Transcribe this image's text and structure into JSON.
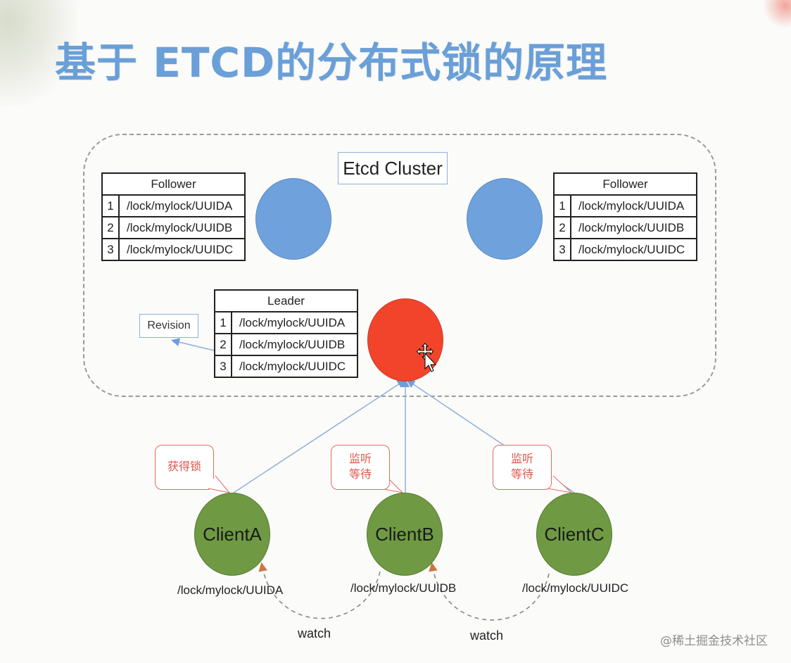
{
  "title": "基于 ETCD的分布式锁的原理",
  "cluster": {
    "label": "Etcd Cluster",
    "followers": [
      {
        "header": "Follower",
        "rows": [
          {
            "index": "1",
            "key": "/lock/mylock/UUIDA"
          },
          {
            "index": "2",
            "key": "/lock/mylock/UUIDB"
          },
          {
            "index": "3",
            "key": "/lock/mylock/UUIDC"
          }
        ]
      },
      {
        "header": "Follower",
        "rows": [
          {
            "index": "1",
            "key": "/lock/mylock/UUIDA"
          },
          {
            "index": "2",
            "key": "/lock/mylock/UUIDB"
          },
          {
            "index": "3",
            "key": "/lock/mylock/UUIDC"
          }
        ]
      }
    ],
    "leader": {
      "header": "Leader",
      "rows": [
        {
          "index": "1",
          "key": "/lock/mylock/UUIDA"
        },
        {
          "index": "2",
          "key": "/lock/mylock/UUIDB"
        },
        {
          "index": "3",
          "key": "/lock/mylock/UUIDC"
        }
      ]
    },
    "revision_label": "Revision"
  },
  "clients": [
    {
      "name": "ClientA",
      "callout": [
        "获得锁"
      ],
      "key": "/lock/mylock/UUIDA"
    },
    {
      "name": "ClientB",
      "callout": [
        "监听",
        "等待"
      ],
      "key": "/lock/mylock/UUIDB"
    },
    {
      "name": "ClientC",
      "callout": [
        "监听",
        "等待"
      ],
      "key": "/lock/mylock/UUIDC"
    }
  ],
  "watch_labels": [
    "watch",
    "watch"
  ],
  "watermark": "@稀土掘金技术社区",
  "colors": {
    "title": "#6a9fd8",
    "follower_node": "#6fa2dd",
    "leader_node": "#f2442b",
    "client_node": "#6f9a43",
    "callout": "#e46a5c",
    "connector": "#8fb0d8",
    "watch_arrow": "#c9783f"
  }
}
